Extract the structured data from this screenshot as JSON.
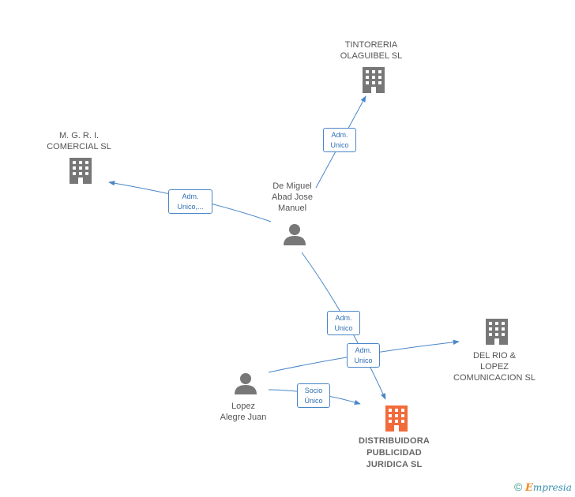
{
  "nodes": {
    "tintoreria": {
      "lines": [
        "TINTORERIA",
        "OLAGUIBEL SL"
      ],
      "type": "company"
    },
    "mgri": {
      "lines": [
        "M. G. R. I.",
        "COMERCIAL SL"
      ],
      "type": "company"
    },
    "demiguel": {
      "lines": [
        "De Miguel",
        "Abad Jose",
        "Manuel"
      ],
      "type": "person"
    },
    "delrio": {
      "lines": [
        "DEL RIO &",
        "LOPEZ",
        "COMUNICACION SL"
      ],
      "type": "company"
    },
    "lopez": {
      "lines": [
        "Lopez",
        "Alegre Juan"
      ],
      "type": "person"
    },
    "distribuidora": {
      "lines": [
        "DISTRIBUIDORA",
        "PUBLICIDAD",
        "JURIDICA SL"
      ],
      "type": "company-main"
    }
  },
  "edges": {
    "to_tintoreria": {
      "lines": [
        "Adm.",
        "Unico"
      ]
    },
    "to_mgri": {
      "lines": [
        "Adm.",
        "Unico,..."
      ]
    },
    "demiguel_to_distribuidora": {
      "lines": [
        "Adm.",
        "Unico"
      ]
    },
    "lopez_to_delrio": {
      "lines": [
        "Adm.",
        "Unico"
      ]
    },
    "lopez_to_distribuidora": {
      "lines": [
        "Socio",
        "Único"
      ]
    }
  },
  "colors": {
    "company_icon": "#777777",
    "main_company_icon": "#f26b3a",
    "person_icon": "#777777",
    "edge": "#4a86c8"
  },
  "brand": {
    "copyright": "©",
    "e": "E",
    "rest": "mpresia"
  }
}
